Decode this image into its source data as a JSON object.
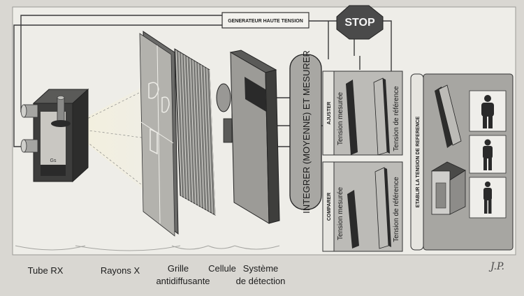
{
  "generator_label": "GENERATEUR HAUTE TENSION",
  "stop_label": "STOP",
  "integrate_label": "INTEGRER (MOYENNE) ET MESURER",
  "adjust_panel": {
    "title": "AJUSTER",
    "measured": "Tension mesurée",
    "reference": "Tension de référence"
  },
  "compare_panel": {
    "title": "COMPARER",
    "measured": "Tension mesurée",
    "reference": "Tension de référence"
  },
  "establish_label": "ETABLIR LA TENSION DE REFERENCE",
  "tube_marking": "Gs",
  "labels": {
    "tube": "Tube RX",
    "rays": "Rayons X",
    "grid_line1": "Grille",
    "grid_line2": "antidiffusante",
    "cell": "Cellule",
    "detection_line1": "Système",
    "detection_line2": "de détection"
  },
  "signature": "J.P."
}
